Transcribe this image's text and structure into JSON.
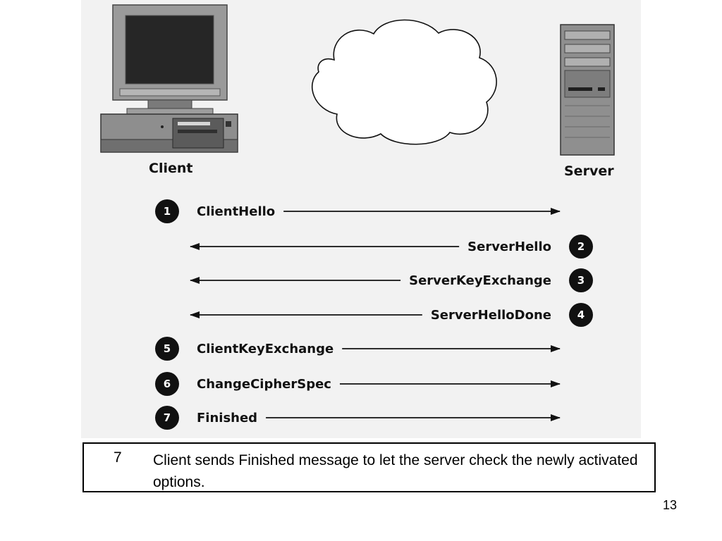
{
  "diagram": {
    "client_label": "Client",
    "server_label": "Server",
    "steps": [
      {
        "number": "1",
        "message": "ClientHello",
        "direction": "to-server"
      },
      {
        "number": "2",
        "message": "ServerHello",
        "direction": "to-client"
      },
      {
        "number": "3",
        "message": "ServerKeyExchange",
        "direction": "to-client"
      },
      {
        "number": "4",
        "message": "ServerHelloDone",
        "direction": "to-client"
      },
      {
        "number": "5",
        "message": "ClientKeyExchange",
        "direction": "to-server"
      },
      {
        "number": "6",
        "message": "ChangeCipherSpec",
        "direction": "to-server"
      },
      {
        "number": "7",
        "message": "Finished",
        "direction": "to-server"
      }
    ]
  },
  "caption": {
    "step": "7",
    "text": "Client sends Finished message to let the server check the newly activated options."
  },
  "page_number": "13"
}
